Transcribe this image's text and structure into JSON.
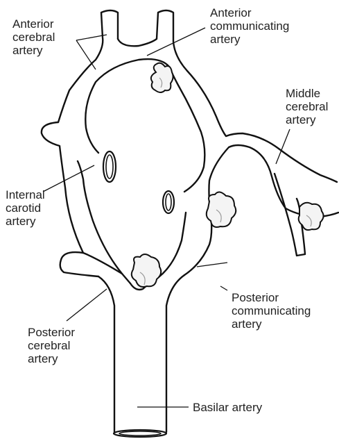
{
  "labels": {
    "anterior_cerebral": [
      "Anterior",
      "cerebral",
      "artery"
    ],
    "anterior_communicating": [
      "Anterior",
      "communicating",
      "artery"
    ],
    "middle_cerebral": [
      "Middle",
      "cerebral",
      "artery"
    ],
    "internal_carotid": [
      "Internal",
      "carotid",
      "artery"
    ],
    "posterior_communicating": [
      "Posterior",
      "communicating",
      "artery"
    ],
    "posterior_cerebral": [
      "Posterior",
      "cerebral",
      "artery"
    ],
    "basilar": [
      "Basilar artery"
    ]
  },
  "colors": {
    "line": "#111111",
    "text": "#222222",
    "aneurysm_fill": "#f4f4f4",
    "background": "#ffffff"
  }
}
